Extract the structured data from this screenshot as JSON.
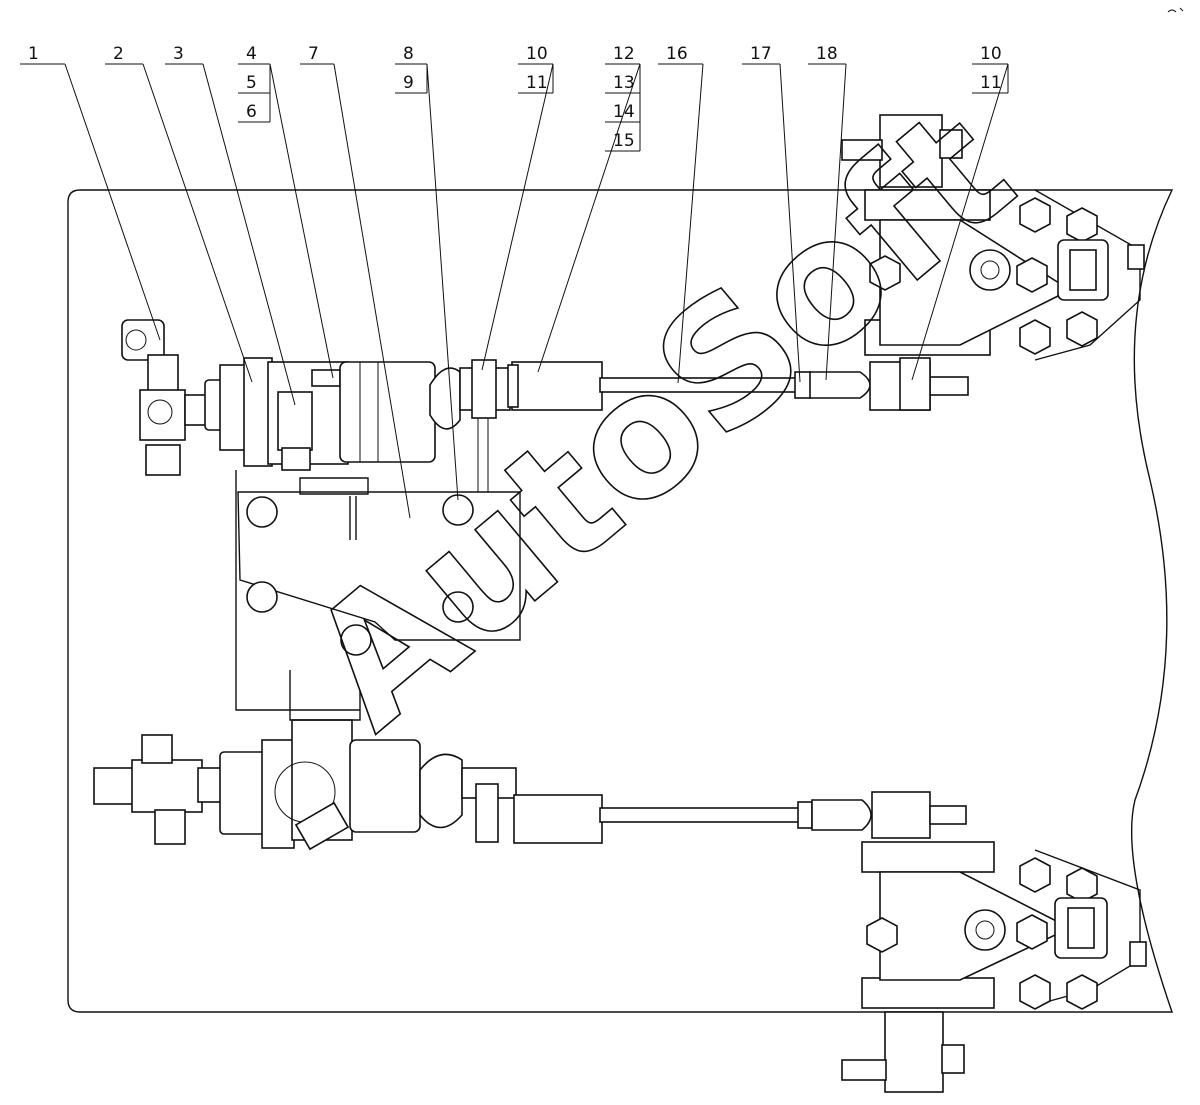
{
  "watermark": "AutoSoft",
  "callouts": {
    "c1": [
      "1"
    ],
    "c2": [
      "2"
    ],
    "c3": [
      "3"
    ],
    "c4": [
      "4",
      "5",
      "6"
    ],
    "c7": [
      "7"
    ],
    "c8": [
      "8",
      "9"
    ],
    "c10": [
      "10",
      "11"
    ],
    "c12": [
      "12",
      "13",
      "14",
      "15"
    ],
    "c16": [
      "16"
    ],
    "c17": [
      "17"
    ],
    "c18": [
      "18"
    ],
    "c10b": [
      "10",
      "11"
    ]
  }
}
